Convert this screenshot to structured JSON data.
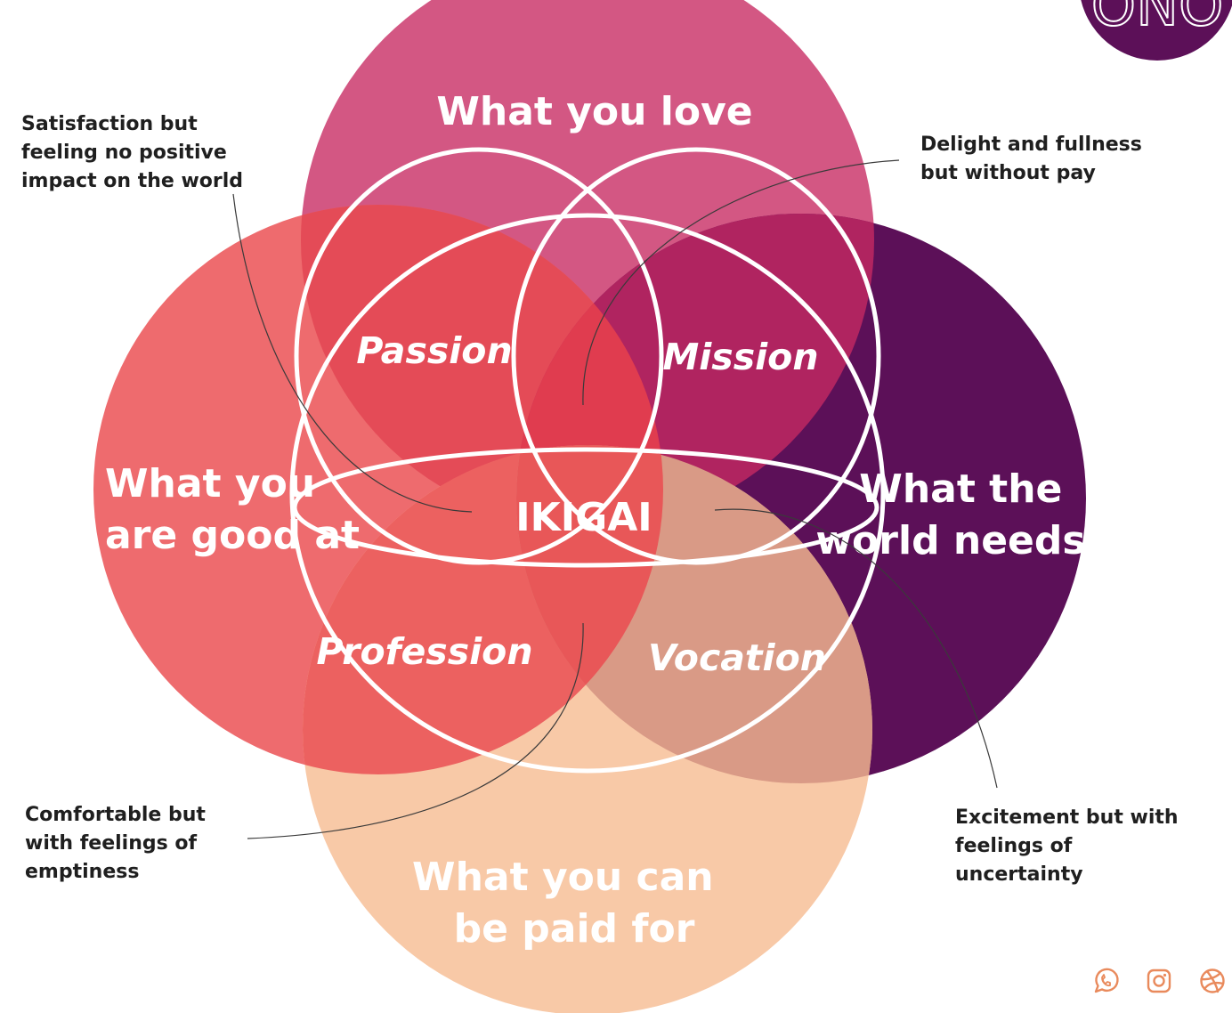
{
  "regions": {
    "love": "What you love",
    "good_at": [
      "What you",
      "are good at"
    ],
    "world_needs": [
      "What the",
      "world needs"
    ],
    "paid_for": [
      "What you can",
      "be paid for"
    ]
  },
  "overlaps": {
    "passion": "Passion",
    "mission": "Mission",
    "profession": "Profession",
    "vocation": "Vocation",
    "center": "IKIGAI"
  },
  "notes": {
    "top_left": [
      "Satisfaction but",
      "feeling no positive",
      "impact on the world"
    ],
    "top_right": [
      "Delight and fullness",
      "but without pay"
    ],
    "bottom_left": [
      "Comfortable but",
      "with feelings of",
      "emptiness"
    ],
    "bottom_right": [
      "Excitement but with",
      "feelings of",
      "uncertainty"
    ]
  },
  "logo_text": "ONO",
  "social_icons": [
    "whatsapp-icon",
    "instagram-icon",
    "dribbble-icon"
  ],
  "colors": {
    "love": "#d35783",
    "good_at": "#ee6b6e",
    "world_needs": "#5c1058",
    "paid_for": "#f8c9a7",
    "passion": "#e44b57",
    "mission": "#b02460",
    "profession": "#ec6160",
    "vocation": "#d99a86",
    "center_top": "#e03c4f",
    "center_bottom": "#e85758",
    "logo": "#5c1058",
    "icons": "#e98a5c"
  }
}
